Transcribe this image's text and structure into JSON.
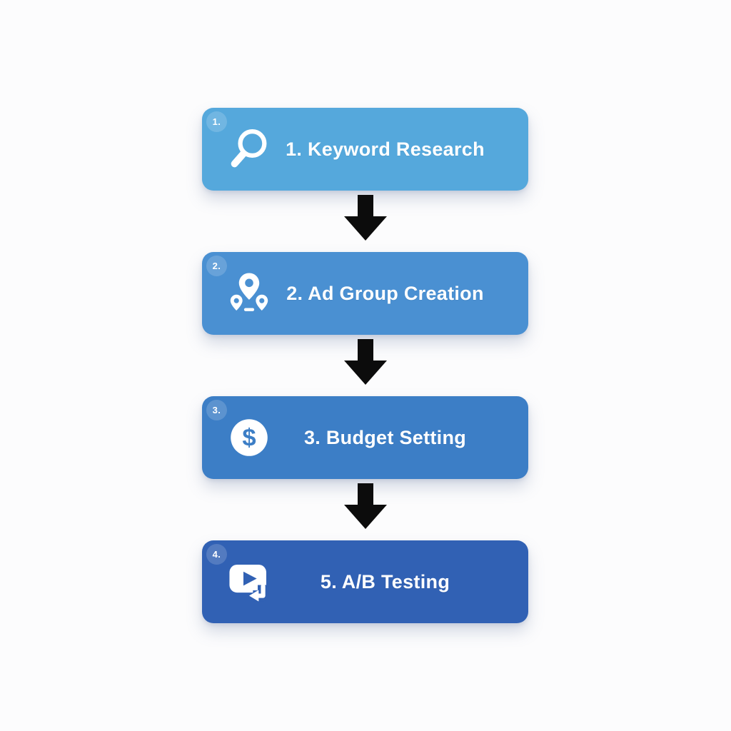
{
  "figure": {
    "background_color": "#fcfcfd",
    "arrow_color": "#0c0c0c",
    "text_color": "#ffffff"
  },
  "steps": [
    {
      "badge": "1.",
      "title": "1. Keyword Research",
      "icon": "search-icon",
      "color": "#55a8dc"
    },
    {
      "badge": "2.",
      "title": "2. Ad Group Creation",
      "icon": "map-pins-icon",
      "color": "#4a90d2"
    },
    {
      "badge": "3.",
      "title": "3. Budget Setting",
      "icon": "dollar-icon",
      "color": "#3c7ec6"
    },
    {
      "badge": "4.",
      "title": "5. A/B Testing",
      "icon": "video-replay-icon",
      "color": "#3161b4"
    }
  ]
}
